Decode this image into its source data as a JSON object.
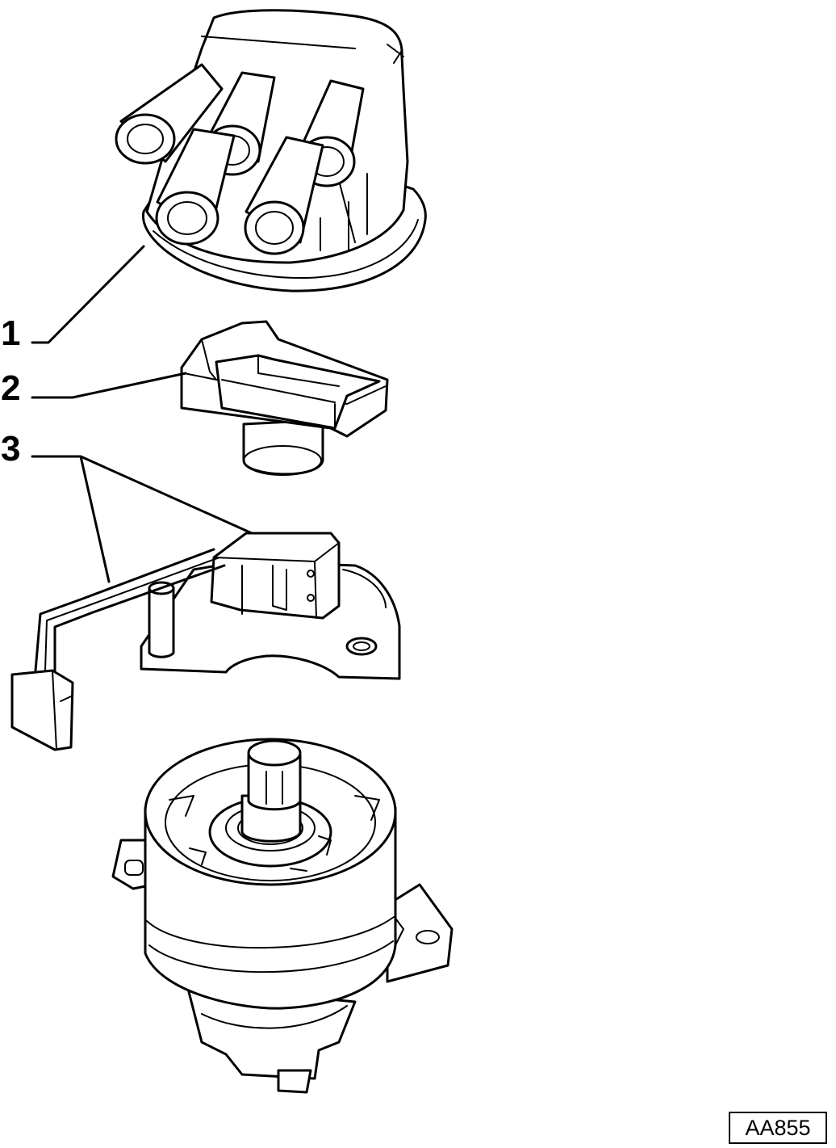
{
  "callouts": [
    {
      "number": "1",
      "part": "distributor-cap"
    },
    {
      "number": "2",
      "part": "rotor"
    },
    {
      "number": "3",
      "part": "pickup-sensor-plate"
    }
  ],
  "reference_code": "AA855",
  "colors": {
    "ink": "#000000",
    "paper": "#ffffff"
  }
}
